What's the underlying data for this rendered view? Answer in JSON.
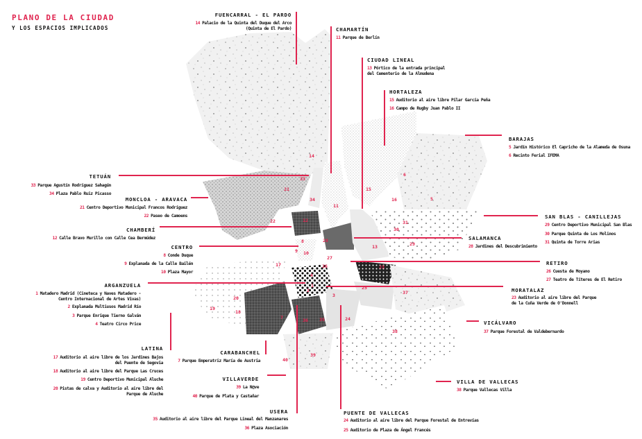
{
  "header": {
    "title": "PLANO DE LA CIUDAD",
    "subtitle": "Y LOS ESPACIOS IMPLICADOS"
  },
  "colors": {
    "accent": "#e0234e",
    "text": "#111111"
  },
  "districts": {
    "fuencarral": {
      "name": "FUENCARRAL - EL PARDO",
      "items": [
        {
          "n": "14",
          "label": "Palacio de la Quinta del Duque del Arco",
          "label2": "(Quinta de El Pardo)"
        }
      ]
    },
    "chamartin": {
      "name": "CHAMARTÍN",
      "items": [
        {
          "n": "11",
          "label": "Parque de Berlín"
        }
      ]
    },
    "ciudad_lineal": {
      "name": "CIUDAD LINEAL",
      "items": [
        {
          "n": "13",
          "label": "Pórtico de la entrada principal",
          "label2": "del Cementerio de la Almudena"
        }
      ]
    },
    "hortaleza": {
      "name": "HORTALEZA",
      "items": [
        {
          "n": "15",
          "label": "Auditorio al aire libre Pilar García Peña"
        },
        {
          "n": "16",
          "label": "Campo de Rugby Juan Pablo II"
        }
      ]
    },
    "barajas": {
      "name": "BARAJAS",
      "items": [
        {
          "n": "5",
          "label": "Jardín Histórico El Capricho de la Alameda de Osuna"
        },
        {
          "n": "6",
          "label": "Recinto Ferial IFEMA"
        }
      ]
    },
    "tetuan": {
      "name": "TETUÁN",
      "items": [
        {
          "n": "33",
          "label": "Parque Agustín Rodríguez Sahagún"
        },
        {
          "n": "34",
          "label": "Plaza Pablo Ruiz Picasso"
        }
      ]
    },
    "moncloa": {
      "name": "MONCLOA - ARAVACA",
      "items": [
        {
          "n": "21",
          "label": "Centro Deportivo Municipal Francos Rodríguez"
        },
        {
          "n": "22",
          "label": "Paseo de Camoens"
        }
      ]
    },
    "chamberi": {
      "name": "CHAMBERÍ",
      "items": [
        {
          "n": "12",
          "label": "Calle Bravo Murillo con Calle Cea Bermúdez"
        }
      ]
    },
    "centro": {
      "name": "CENTRO",
      "items": [
        {
          "n": "8",
          "label": "Conde Duque"
        },
        {
          "n": "9",
          "label": "Explanada de la Calle Bailén"
        },
        {
          "n": "10",
          "label": "Plaza Mayor"
        }
      ]
    },
    "arganzuela": {
      "name": "ARGANZUELA",
      "items": [
        {
          "n": "1",
          "label": "Matadero Madrid (Cineteca y Naves Matadero -",
          "label2": "Centro Internacional de Artes Vivas)"
        },
        {
          "n": "2",
          "label": "Explanada Multiusos Madrid Río"
        },
        {
          "n": "3",
          "label": "Parque Enrique Tierno Galván"
        },
        {
          "n": "4",
          "label": "Teatro Circo Price"
        }
      ]
    },
    "latina": {
      "name": "LATINA",
      "items": [
        {
          "n": "17",
          "label": "Auditorio al aire libre de los Jardines Bajos",
          "label2": "del Puente de Segovia"
        },
        {
          "n": "18",
          "label": "Auditorio al aire libre del Parque Las Cruces"
        },
        {
          "n": "19",
          "label": "Centro Deportivo Municipal Aluche"
        },
        {
          "n": "20",
          "label": "Pistas de calva y Auditorio al aire libre del",
          "label2": "Parque de Aluche"
        }
      ]
    },
    "carabanchel": {
      "name": "CARABANCHEL",
      "items": [
        {
          "n": "7",
          "label": "Parque Emperatriz María de Austria"
        }
      ]
    },
    "villaverde": {
      "name": "VILLAVERDE",
      "items": [
        {
          "n": "39",
          "label": "La N@ve"
        },
        {
          "n": "40",
          "label": "Parque de Plata y Castañar"
        }
      ]
    },
    "usera": {
      "name": "USERA",
      "items": [
        {
          "n": "35",
          "label": "Auditorio al aire libre del Parque Lineal del Manzanares"
        },
        {
          "n": "36",
          "label": "Plaza Asociación"
        }
      ]
    },
    "puente_vallecas": {
      "name": "PUENTE DE VALLECAS",
      "items": [
        {
          "n": "24",
          "label": "Auditorio al aire libre del Parque Forestal de Entrevías"
        },
        {
          "n": "25",
          "label": "Auditorio de Plaza de Ángel Francés"
        }
      ]
    },
    "villa_vallecas": {
      "name": "VILLA DE VALLECAS",
      "items": [
        {
          "n": "38",
          "label": "Parque Vallecas Villa"
        }
      ]
    },
    "vicalvaro": {
      "name": "VICÁLVARO",
      "items": [
        {
          "n": "37",
          "label": "Parque Forestal de Valdebernardo"
        }
      ]
    },
    "moratalaz": {
      "name": "MORATALAZ",
      "items": [
        {
          "n": "23",
          "label": "Auditorio al aire libre del Parque",
          "label2": "de la Cuña Verde de O'Donnell"
        }
      ]
    },
    "retiro": {
      "name": "RETIRO",
      "items": [
        {
          "n": "26",
          "label": "Cuesta de Moyano"
        },
        {
          "n": "27",
          "label": "Teatro de Títeres de El Retiro"
        }
      ]
    },
    "salamanca": {
      "name": "SALAMANCA",
      "items": [
        {
          "n": "28",
          "label": "Jardines del Descubrimiento"
        }
      ]
    },
    "san_blas": {
      "name": "SAN BLAS - CANILLEJAS",
      "items": [
        {
          "n": "29",
          "label": "Centro Deportivo Municipal San Blas"
        },
        {
          "n": "30",
          "label": "Parque Quinta de Los Molinos"
        },
        {
          "n": "31",
          "label": "Quinta de Torre Arias"
        }
      ]
    }
  },
  "map_markers": [
    "14",
    "33",
    "21",
    "34",
    "11",
    "22",
    "12",
    "15",
    "16",
    "6",
    "5",
    "31",
    "30",
    "29",
    "28",
    "13",
    "8",
    "9",
    "10",
    "17",
    "27",
    "26",
    "23",
    "1",
    "2",
    "3",
    "4",
    "20",
    "19",
    "18",
    "25",
    "37",
    "7",
    "36",
    "35",
    "24",
    "38",
    "40",
    "39"
  ]
}
